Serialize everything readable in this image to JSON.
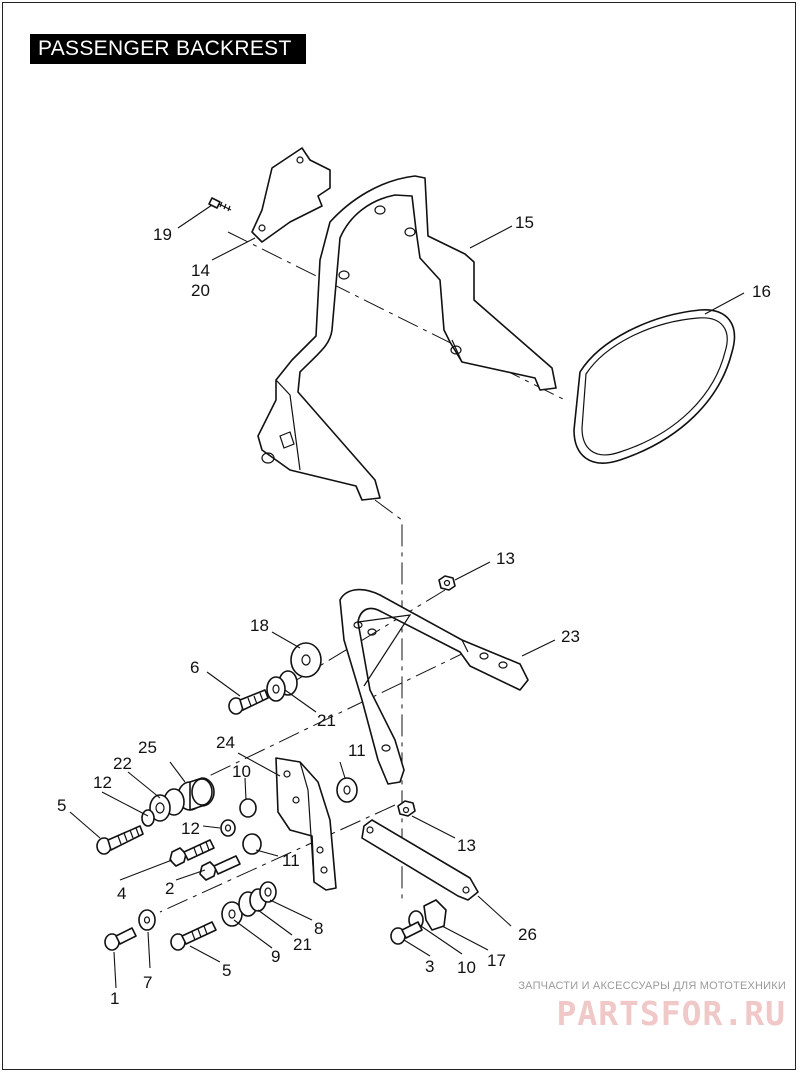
{
  "title": "PASSENGER BACKREST",
  "callouts": [
    "19",
    "14",
    "20",
    "15",
    "16",
    "13",
    "18",
    "23",
    "6",
    "21",
    "24",
    "25",
    "22",
    "11",
    "10",
    "12",
    "5",
    "12",
    "2",
    "11",
    "4",
    "21",
    "8",
    "13",
    "9",
    "26",
    "5",
    "3",
    "10",
    "17",
    "1",
    "7"
  ],
  "watermark": {
    "caption": "ЗАПЧАСТИ И АКСЕССУАРЫ ДЛЯ МОТОТЕХНИКИ",
    "logo": "PARTSFOR.RU"
  },
  "colors": {
    "title_bg": "#000000",
    "title_fg": "#ffffff",
    "line": "#111111",
    "watermark": "#f0c8c8"
  }
}
